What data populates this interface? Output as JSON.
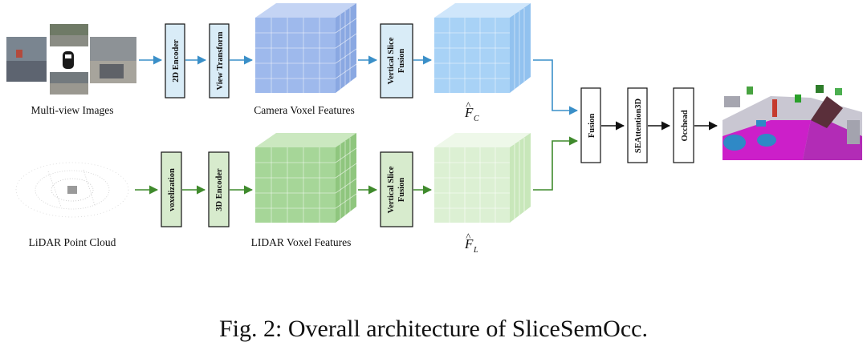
{
  "figure": {
    "caption": "Fig. 2: Overall architecture of SliceSemOcc.",
    "colors": {
      "camera_arrow": "#3a8fc8",
      "lidar_arrow": "#3f8a2c",
      "camera_block_fill": "#d9ecf7",
      "lidar_block_fill": "#d7ebcd",
      "camera_cube_1": "#9eb9ec",
      "camera_cube_2": "#a8d2f6",
      "lidar_cube_1": "#a6d698",
      "lidar_cube_2": "#dcf0d3",
      "neutral_block_fill": "#ffffff"
    }
  },
  "camera_branch": {
    "input_label": "Multi-view Images",
    "blocks": [
      "2D Encoder",
      "View Transform"
    ],
    "voxel_label": "Camera Voxel Features",
    "slice_block_line1": "Vertical Slice",
    "slice_block_line2": "Fusion",
    "feature_symbol": "F",
    "feature_subscript": "C",
    "feature_accent": "^"
  },
  "lidar_branch": {
    "input_label": "LiDAR Point Cloud",
    "blocks": [
      "voxelization",
      "3D Encoder"
    ],
    "voxel_label": "LIDAR Voxel Features",
    "slice_block_line1": "Vertical Slice",
    "slice_block_line2": "Fusion",
    "feature_symbol": "F",
    "feature_subscript": "L",
    "feature_accent": "^"
  },
  "head": {
    "blocks": [
      "Fusion",
      "SEAttention3D",
      "Occhead"
    ]
  }
}
